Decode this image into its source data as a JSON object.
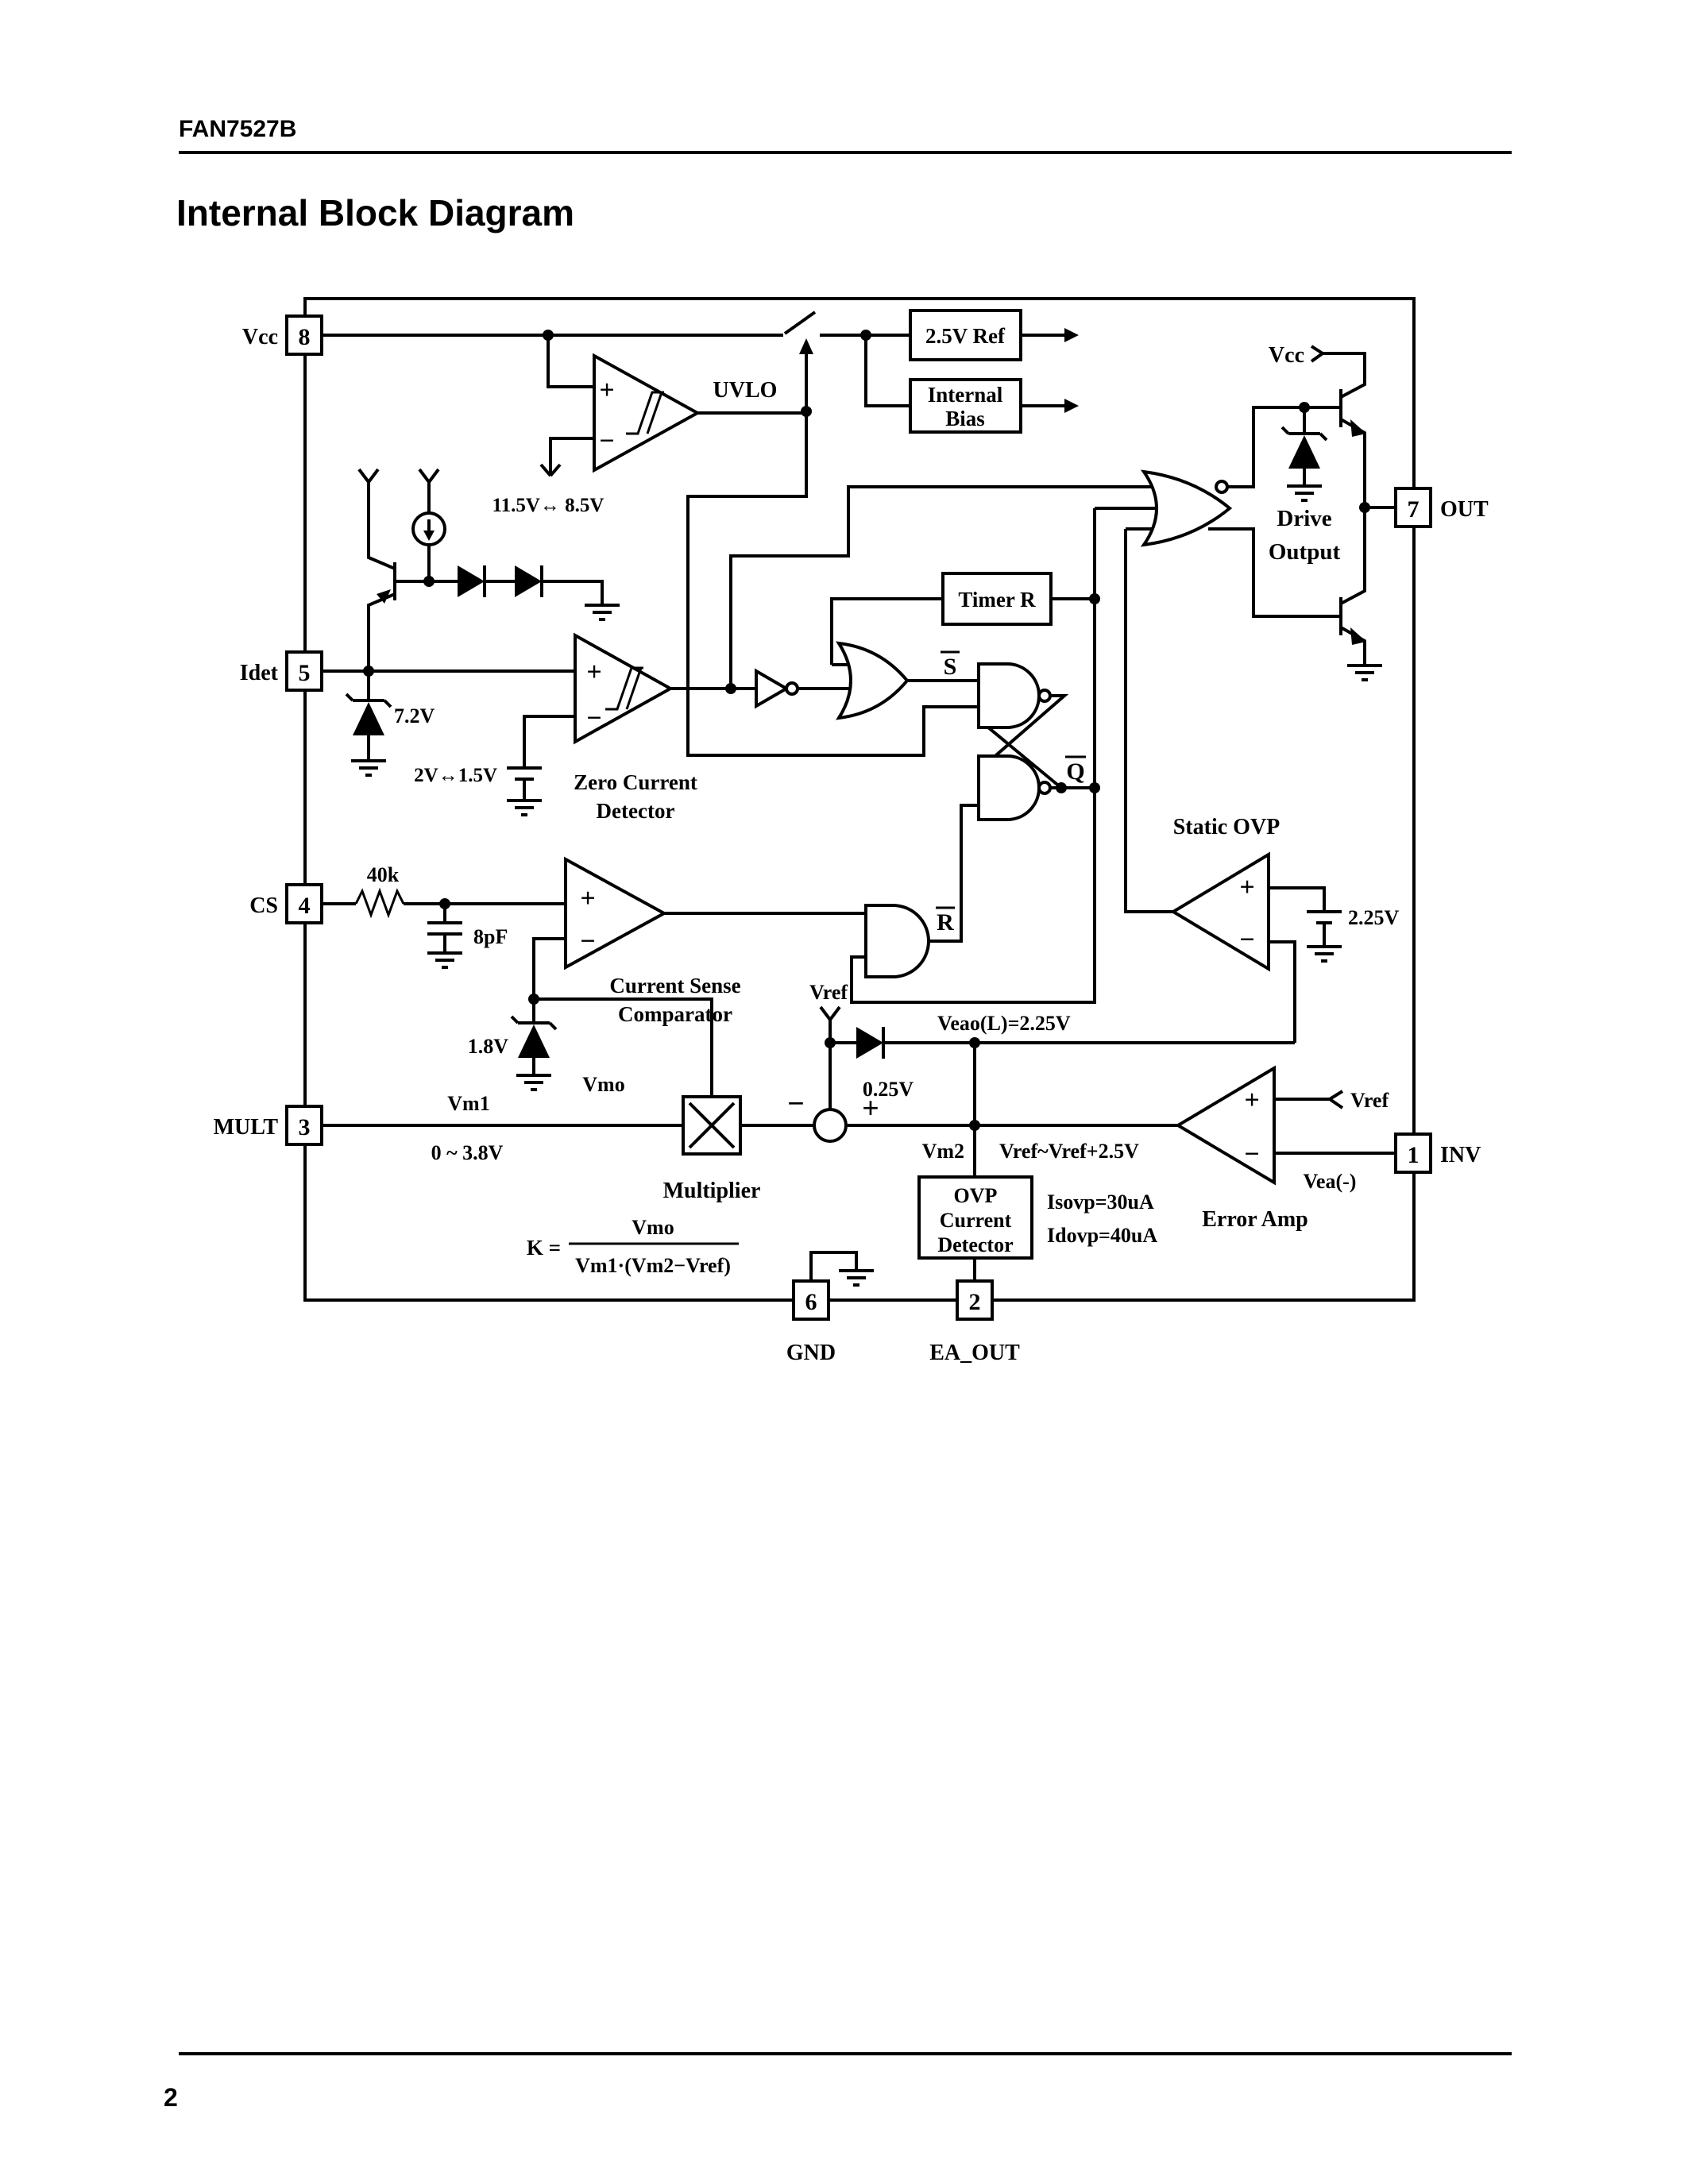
{
  "page": {
    "header_title": "FAN7527B",
    "doc_title": "Internal Block Diagram",
    "page_number": "2"
  },
  "pins": {
    "p8": {
      "num": "8",
      "label": "Vcc"
    },
    "p5": {
      "num": "5",
      "label": "Idet"
    },
    "p4": {
      "num": "4",
      "label": "CS"
    },
    "p3": {
      "num": "3",
      "label": "MULT"
    },
    "p7": {
      "num": "7",
      "label": "OUT"
    },
    "p1": {
      "num": "1",
      "label": "INV"
    },
    "p6": {
      "num": "6",
      "label": "GND"
    },
    "p2": {
      "num": "2",
      "label": "EA_OUT"
    }
  },
  "blocks": {
    "ref25": "2.5V Ref",
    "bias1": "Internal",
    "bias2": "Bias",
    "timer": "Timer R",
    "drive1": "Drive",
    "drive2": "Output",
    "multiplier": "Multiplier",
    "ovp1": "OVP",
    "ovp2": "Current",
    "ovp3": "Detector"
  },
  "comparators": {
    "uvlo": "UVLO",
    "uvlo_hysteresis": "11.5V↔ 8.5V",
    "zcd1": "Zero Current",
    "zcd2": "Detector",
    "zcd_hysteresis": "2V↔1.5V",
    "cs1": "Current Sense",
    "cs2": "Comparator",
    "static_ovp": "Static OVP",
    "static_ovp_ref": "2.25V",
    "error_amp": "Error Amp"
  },
  "signals": {
    "vcc_top": "Vcc",
    "vcc_drive": "Vcc",
    "idet_zener": "7.2V",
    "cs_resistor": "40k",
    "cs_cap": "8pF",
    "mult_zener": "1.8V",
    "vmo": "Vmo",
    "vm1": "Vm1",
    "vm1_range": "0 ~ 3.8V",
    "vref_sum": "Vref",
    "diode_025": "0.25V",
    "veao": "Veao(L)=2.25V",
    "vm2": "Vm2",
    "vm2_range": "Vref~Vref+2.5V",
    "vref_ea": "Vref",
    "vea_minus": "Vea(-)",
    "isovp": "Isovp=30uA",
    "idovp": "Idovp=40uA",
    "s_bar": "S",
    "q_bar": "Q",
    "r_bar": "R",
    "plus": "+",
    "minus": "−"
  },
  "formula": {
    "k": "K =",
    "numerator": "Vmo",
    "denominator": "Vm1·(Vm2−Vref)"
  }
}
